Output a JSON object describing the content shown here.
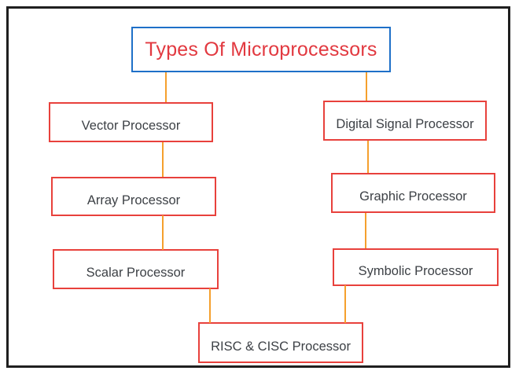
{
  "diagram": {
    "title": "Types Of Microprocessors",
    "nodes": [
      {
        "id": "vector",
        "label": "Vector Processor"
      },
      {
        "id": "array",
        "label": "Array Processor"
      },
      {
        "id": "scalar",
        "label": "Scalar Processor"
      },
      {
        "id": "digital-signal",
        "label": "Digital Signal Processor"
      },
      {
        "id": "graphic",
        "label": "Graphic Processor"
      },
      {
        "id": "symbolic",
        "label": "Symbolic Processor"
      },
      {
        "id": "risc-cisc",
        "label": "RISC & CISC Processor"
      }
    ]
  },
  "colors": {
    "frame-border": "#1f1f1f",
    "title-border": "#1e70c8",
    "title-text": "#e23940",
    "node-border": "#e8413c",
    "node-text": "#3d4146",
    "connector": "#f5a02d",
    "background": "#ffffff"
  }
}
